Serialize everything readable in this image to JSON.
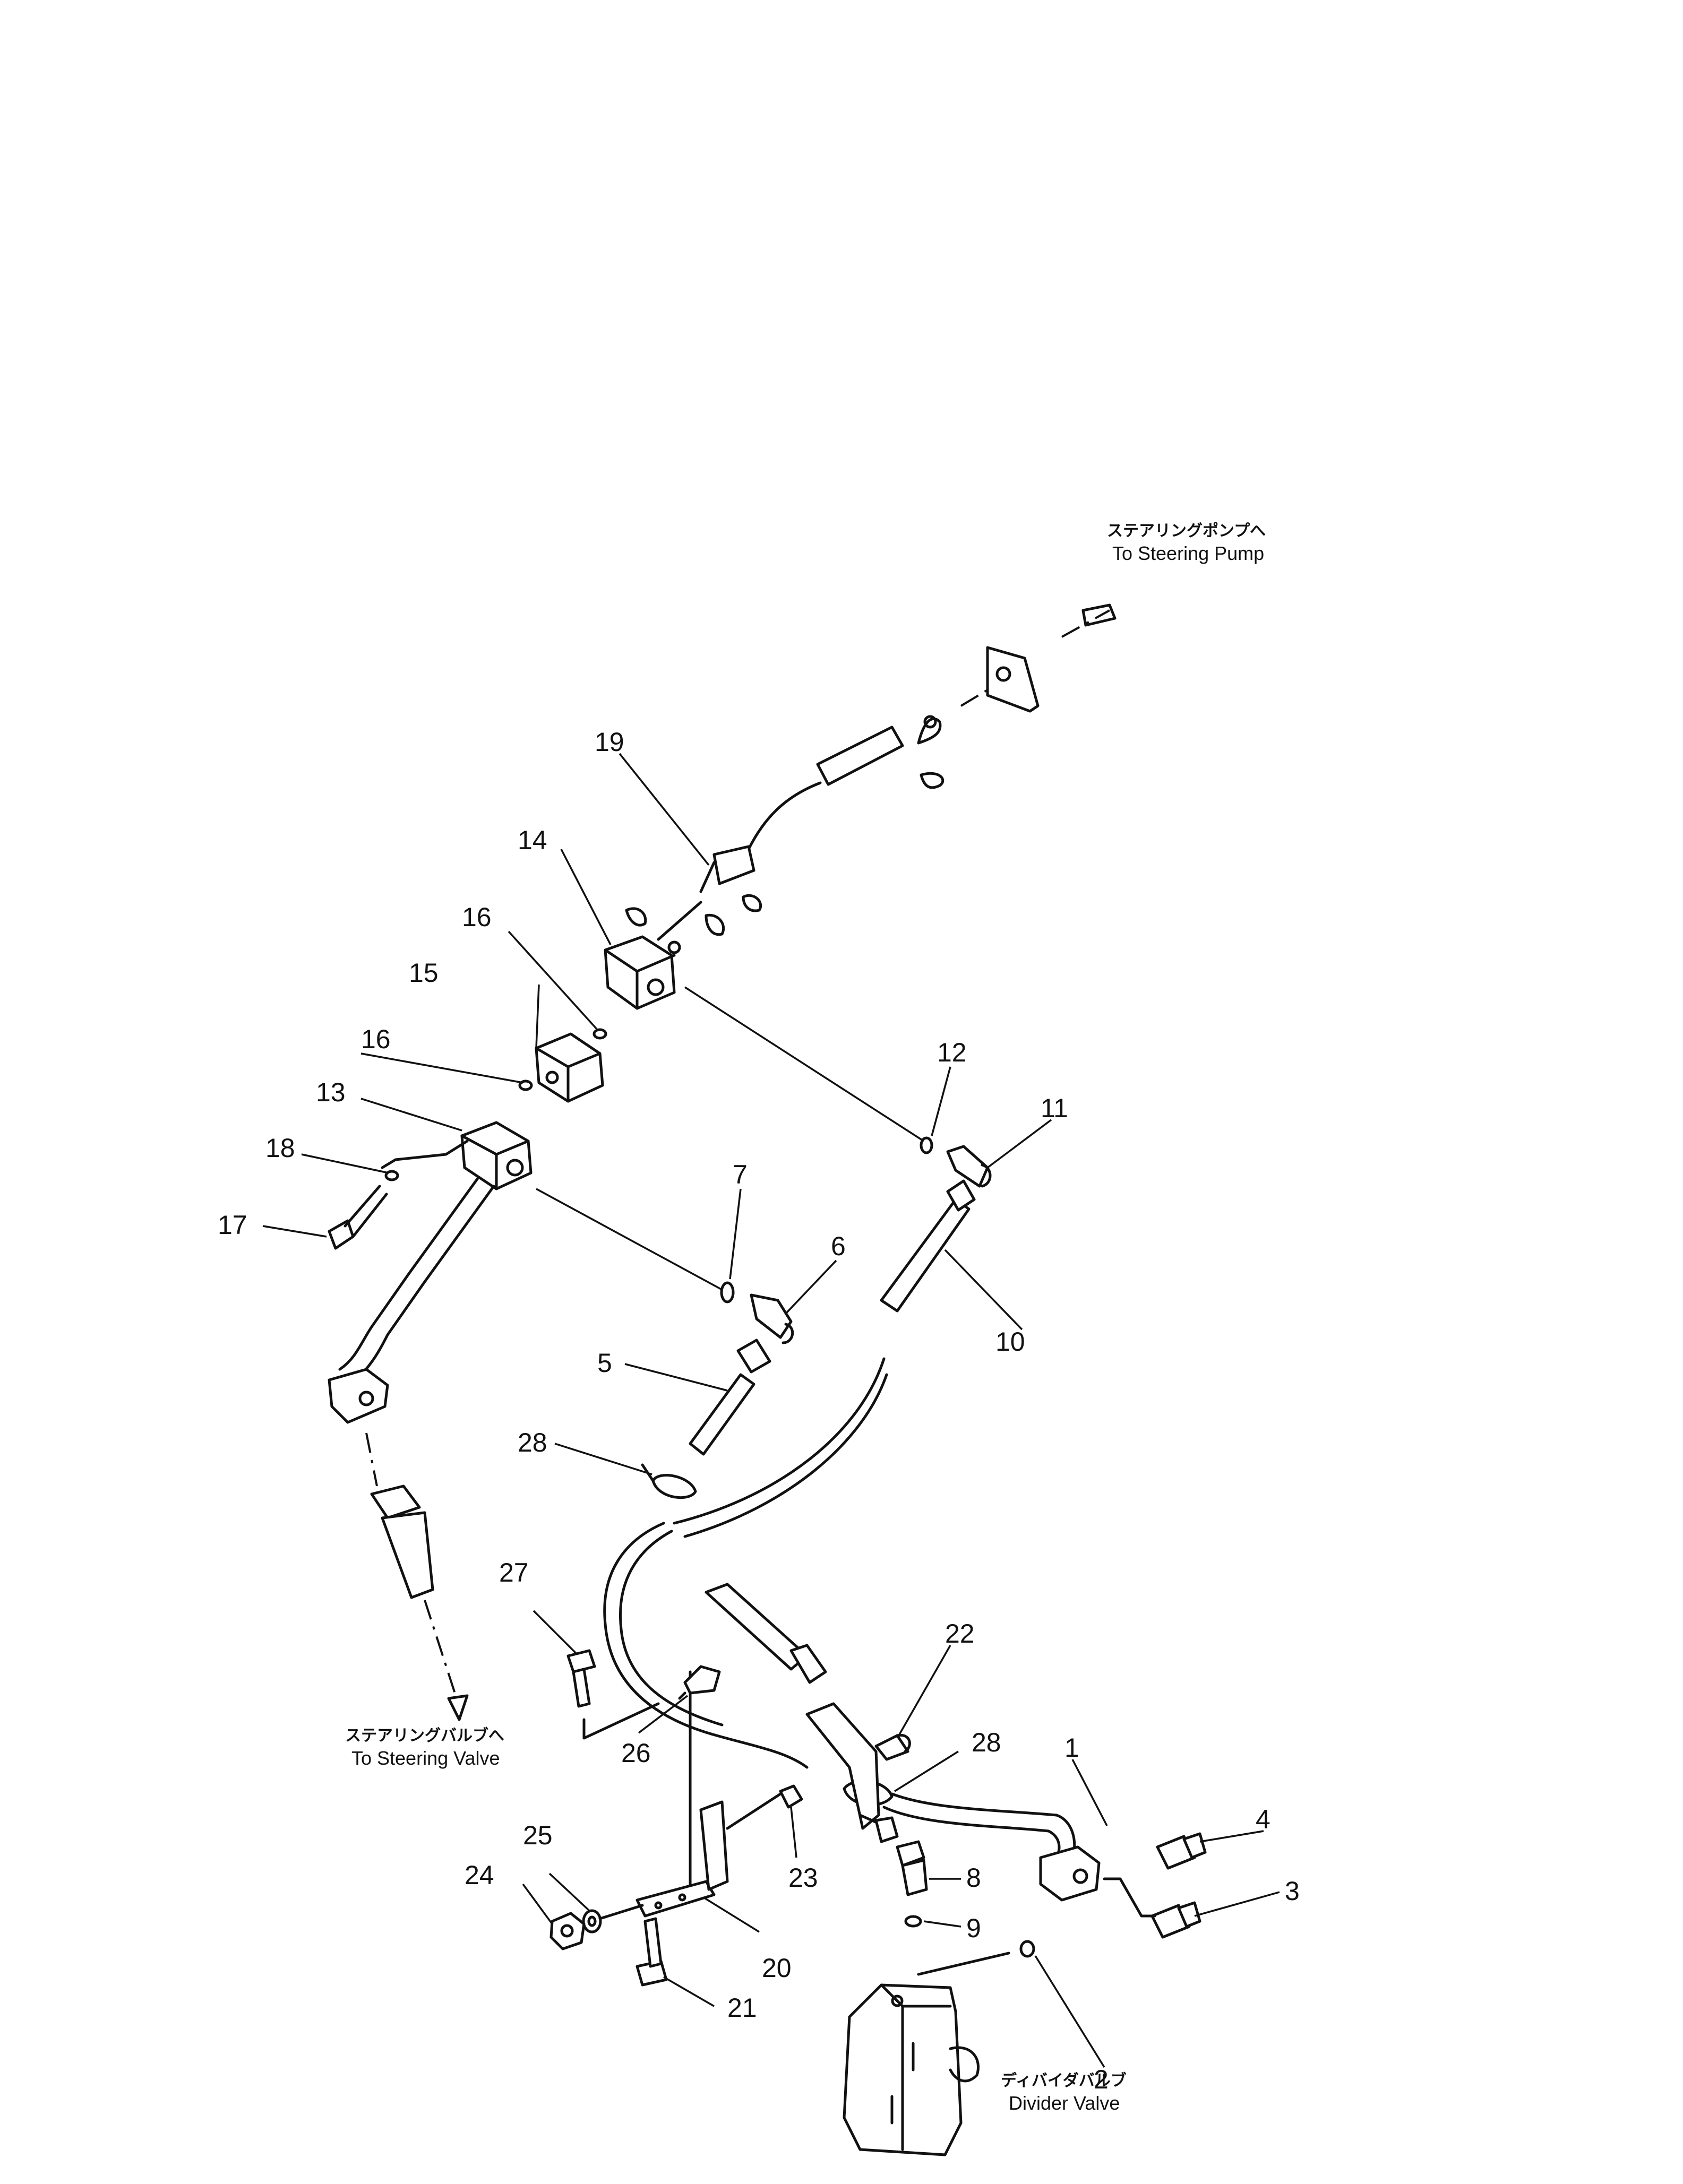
{
  "callouts": [
    {
      "id": "1",
      "text": "1"
    },
    {
      "id": "2",
      "text": "2"
    },
    {
      "id": "3",
      "text": "3"
    },
    {
      "id": "4",
      "text": "4"
    },
    {
      "id": "5",
      "text": "5"
    },
    {
      "id": "6",
      "text": "6"
    },
    {
      "id": "7",
      "text": "7"
    },
    {
      "id": "8",
      "text": "8"
    },
    {
      "id": "9",
      "text": "9"
    },
    {
      "id": "10",
      "text": "10"
    },
    {
      "id": "11",
      "text": "11"
    },
    {
      "id": "12",
      "text": "12"
    },
    {
      "id": "13",
      "text": "13"
    },
    {
      "id": "14",
      "text": "14"
    },
    {
      "id": "15",
      "text": "15"
    },
    {
      "id": "16a",
      "text": "16"
    },
    {
      "id": "16b",
      "text": "16"
    },
    {
      "id": "17",
      "text": "17"
    },
    {
      "id": "18",
      "text": "18"
    },
    {
      "id": "19",
      "text": "19"
    },
    {
      "id": "20",
      "text": "20"
    },
    {
      "id": "21",
      "text": "21"
    },
    {
      "id": "22",
      "text": "22"
    },
    {
      "id": "23",
      "text": "23"
    },
    {
      "id": "24",
      "text": "24"
    },
    {
      "id": "25",
      "text": "25"
    },
    {
      "id": "26",
      "text": "26"
    },
    {
      "id": "27",
      "text": "27"
    },
    {
      "id": "28a",
      "text": "28"
    },
    {
      "id": "28b",
      "text": "28"
    }
  ],
  "external_labels": {
    "steering_pump": {
      "jp": "ステアリングポンプへ",
      "en": "To Steering Pump"
    },
    "steering_valve": {
      "jp": "ステアリングバルブへ",
      "en": "To Steering Valve"
    },
    "divider_valve": {
      "jp": "ディバイダバルブ",
      "en": "Divider Valve"
    }
  }
}
